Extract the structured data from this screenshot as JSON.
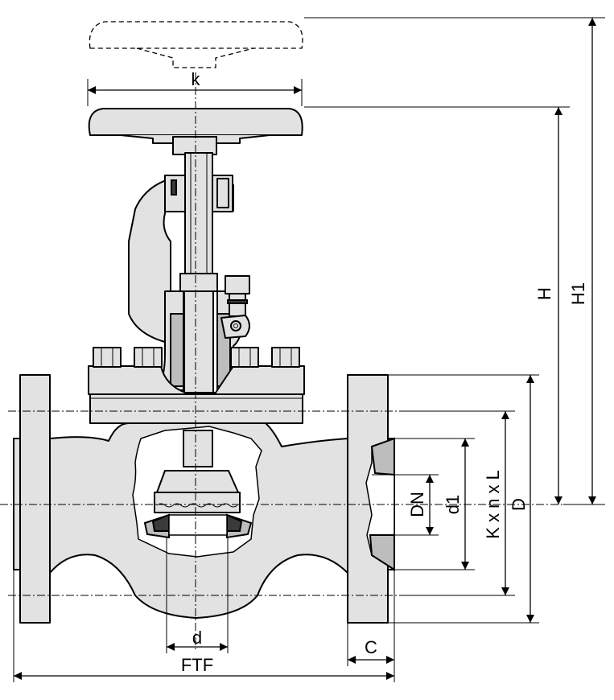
{
  "labels": {
    "k": "k",
    "H": "H",
    "H1": "H1",
    "DN": "DN",
    "d1": "d1",
    "KxnxL": "K x n x L",
    "D": "D",
    "d": "d",
    "C": "C",
    "FTF": "FTF"
  },
  "colors": {
    "body_fill": "#e2e2e2",
    "seal_fill": "#bdbdbd",
    "gasket_fill": "#3a3a3a",
    "line": "#000000"
  }
}
